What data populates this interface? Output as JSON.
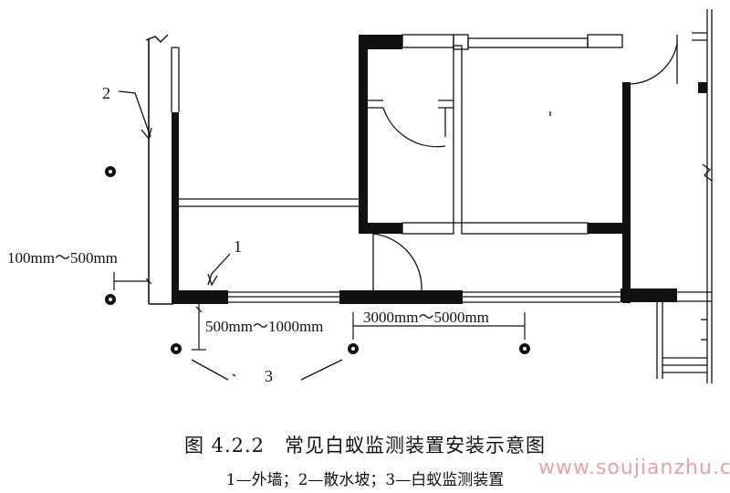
{
  "labels": {
    "label_1": "1",
    "label_2": "2",
    "label_3": "3",
    "dim_slope_width": "100mm～500mm",
    "dim_wall_offset": "500mm～1000mm",
    "dim_spacing": "3000mm～5000mm"
  },
  "caption": {
    "figure_number": "图 4.2.2",
    "title": "常见白蚁监测装置安装示意图",
    "legend": "1—外墙；2—散水坡；3—白蚁监测装置"
  },
  "watermark": "www.soujianzhu.cn",
  "colors": {
    "line": "#111111",
    "wall_fill": "#111111",
    "watermark": "#e9a2a2"
  }
}
